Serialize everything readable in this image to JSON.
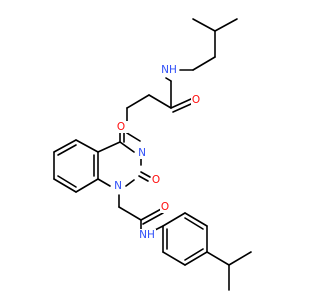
{
  "molecule": {
    "colors": {
      "bond": "#000000",
      "nitrogen": "#3050f8",
      "oxygen": "#ff0d0d"
    },
    "labels": {
      "amide_nh_top": "NH",
      "amide_o_top": "O",
      "ring_o_c4": "O",
      "ring_n3": "N",
      "ring_o_c2": "O",
      "ring_n1": "N",
      "amide_o_bottom": "O",
      "amide_nh_bottom": "NH"
    }
  }
}
